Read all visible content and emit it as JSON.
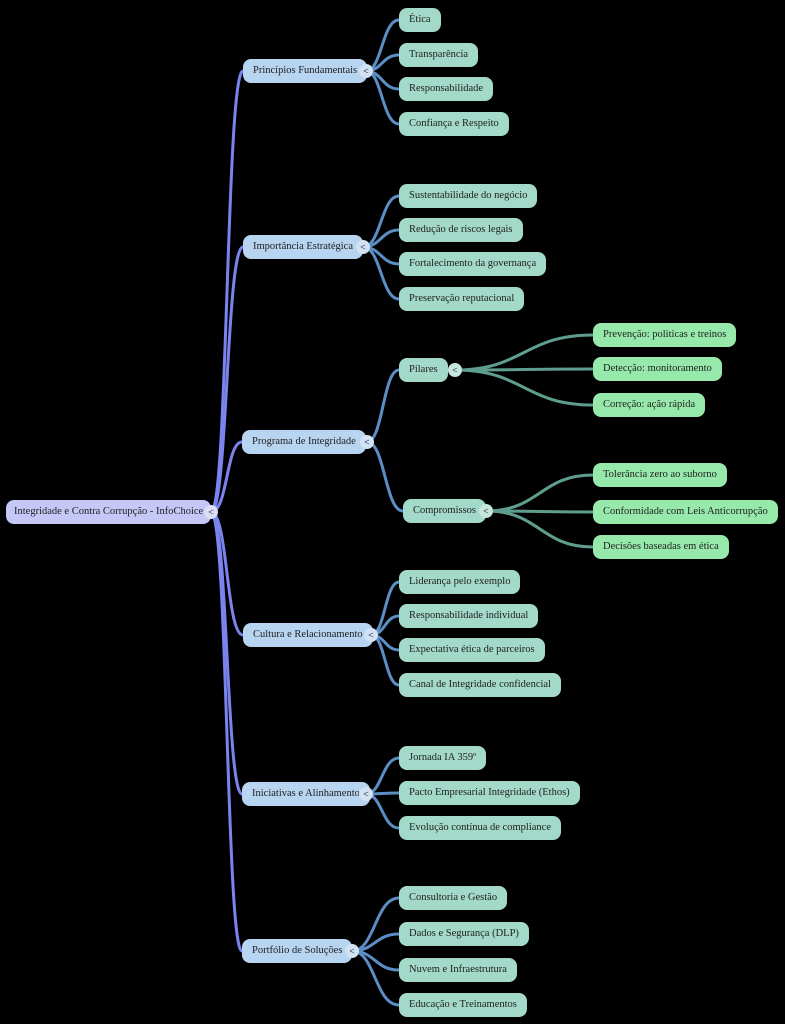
{
  "mindmap": {
    "toggle_glyph": "<",
    "root": {
      "label": "Integridade e Contra Corrupção - InfoChoice"
    },
    "branches": [
      {
        "label": "Princípios Fundamentais",
        "children": [
          {
            "label": "Ética"
          },
          {
            "label": "Transparência"
          },
          {
            "label": "Responsabilidade"
          },
          {
            "label": "Confiança e Respeito"
          }
        ]
      },
      {
        "label": "Importância Estratégica",
        "children": [
          {
            "label": "Sustentabilidade do negócio"
          },
          {
            "label": "Redução de riscos legais"
          },
          {
            "label": "Fortalecimento da governança"
          },
          {
            "label": "Preservação reputacional"
          }
        ]
      },
      {
        "label": "Programa de Integridade",
        "children": [
          {
            "label": "Pilares",
            "children": [
              {
                "label": "Prevenção: politicas e treinos"
              },
              {
                "label": "Detecção: monitoramento"
              },
              {
                "label": "Correção: ação rápida"
              }
            ]
          },
          {
            "label": "Compromissos",
            "children": [
              {
                "label": "Tolerância zero ao suborno"
              },
              {
                "label": "Conformidade com Leis Anticorrupção"
              },
              {
                "label": "Decisões baseadas em ética"
              }
            ]
          }
        ]
      },
      {
        "label": "Cultura e Relacionamento",
        "children": [
          {
            "label": "Liderança pelo exemplo"
          },
          {
            "label": "Responsabilidade individual"
          },
          {
            "label": "Expectativa ética de parceiros"
          },
          {
            "label": "Canal de Integridade confidencial"
          }
        ]
      },
      {
        "label": "Iniciativas e Alinhamento",
        "children": [
          {
            "label": "Jornada IA 359º"
          },
          {
            "label": "Pacto Empresarial Integridade (Ethos)"
          },
          {
            "label": "Evolução contínua de compliance"
          }
        ]
      },
      {
        "label": "Portfólio de Soluções",
        "children": [
          {
            "label": "Consultoria e Gestão"
          },
          {
            "label": "Dados e Segurança (DLP)"
          },
          {
            "label": "Nuvem e Infraestrutura"
          },
          {
            "label": "Educação e Treinamentos"
          }
        ]
      }
    ],
    "colors": {
      "background": "#000000",
      "root_fill": "#c5c8f7",
      "level1_fill": "#b7d4f0",
      "level2_fill": "#a3d9c9",
      "level3_fill": "#97e9ab",
      "link_root": "#7b84ee",
      "link_level1": "#5b8ec4",
      "link_level2": "#5f9e8f",
      "text": "#212121",
      "toggle_root_fill": "#dcdef6",
      "toggle_blue_fill": "#d3e2f3",
      "toggle_teal_fill": "#c6e7dc"
    }
  }
}
